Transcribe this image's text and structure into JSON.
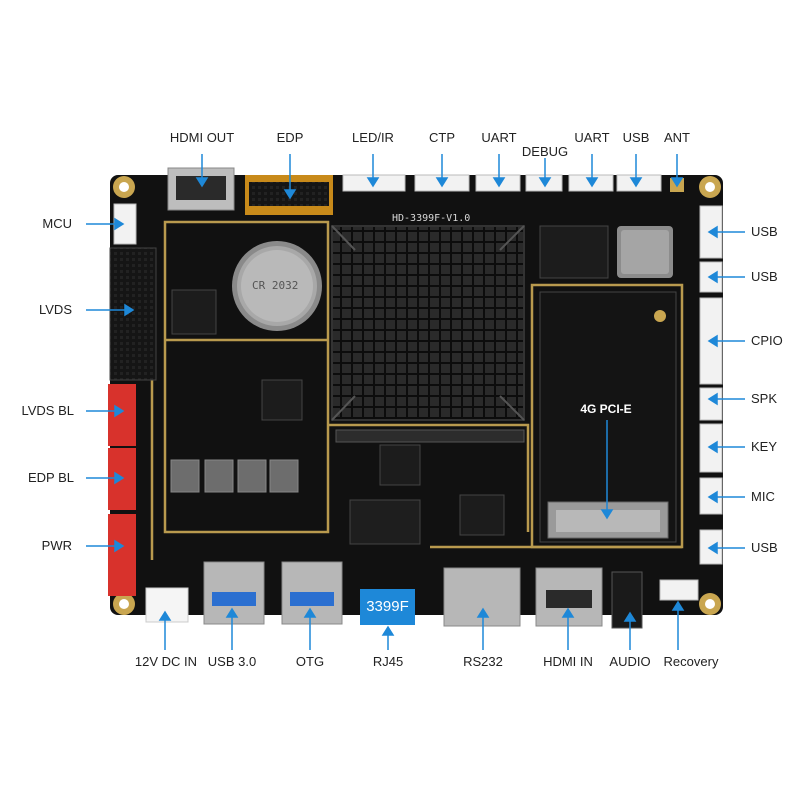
{
  "board": {
    "model_silk": "HD-3399F-V1.0",
    "chip_badge": "3399F",
    "slot_label": "4G PCI-E",
    "battery_text": "CR 2032",
    "colors": {
      "pcb": "#111111",
      "gold_trace": "#b99a4e",
      "heatsink": "#1a1a1a",
      "connector_white": "#f2f2f2",
      "connector_red": "#d8322c",
      "arrow": "#1e88d8",
      "badge": "#1e88d8"
    }
  },
  "labels": {
    "top": [
      "HDMI OUT",
      "EDP",
      "LED/IR",
      "CTP",
      "UART",
      "DEBUG",
      "UART",
      "USB",
      "ANT"
    ],
    "left": [
      "MCU",
      "LVDS",
      "LVDS BL",
      "EDP BL",
      "PWR"
    ],
    "right": [
      "USB",
      "USB",
      "CPIO",
      "SPK",
      "KEY",
      "MIC",
      "USB"
    ],
    "bottom": [
      "12V DC IN",
      "USB 3.0",
      "OTG",
      "RJ45",
      "RS232",
      "HDMI IN",
      "AUDIO",
      "Recovery"
    ]
  }
}
